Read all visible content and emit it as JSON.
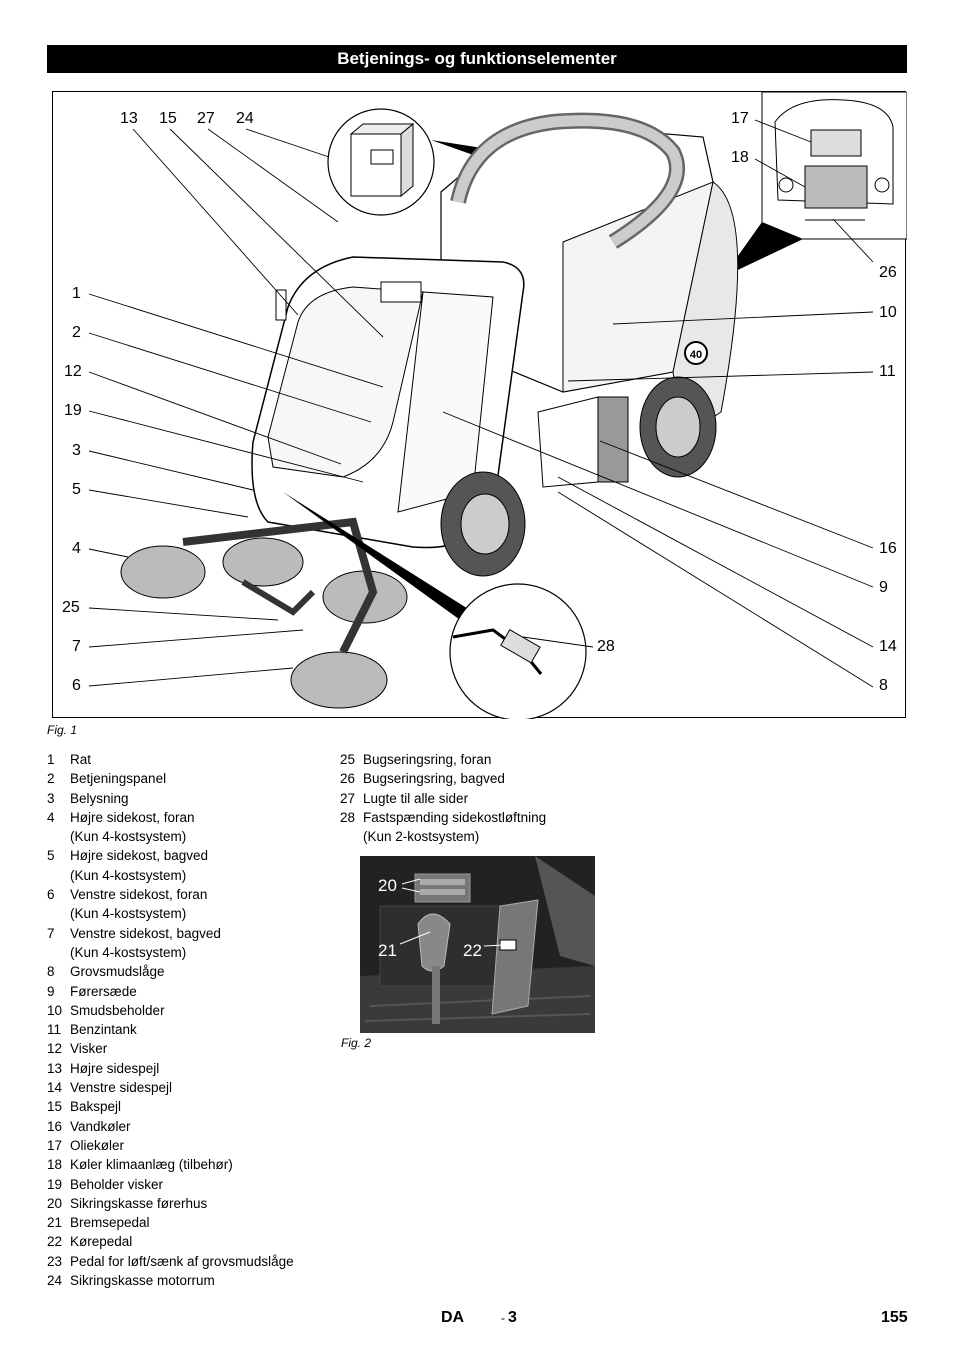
{
  "header": {
    "title": "Betjenings- og funktionselementer"
  },
  "figure1": {
    "caption": "Fig. 1",
    "callouts_left": [
      "1",
      "2",
      "12",
      "19",
      "3",
      "5",
      "4",
      "25",
      "7",
      "6"
    ],
    "callouts_top": [
      "13",
      "15",
      "27",
      "24"
    ],
    "callouts_right": [
      "17",
      "18",
      "26",
      "10",
      "11",
      "16",
      "9",
      "14",
      "8"
    ],
    "callout_bottom": "28",
    "speed_sign": "40"
  },
  "legend": {
    "col1": [
      {
        "num": "1",
        "text": "Rat"
      },
      {
        "num": "2",
        "text": "Betjeningspanel"
      },
      {
        "num": "3",
        "text": "Belysning"
      },
      {
        "num": "4",
        "text": "Højre sidekost, foran",
        "note": "(Kun 4-kostsystem)"
      },
      {
        "num": "5",
        "text": "Højre sidekost, bagved",
        "note": "(Kun 4-kostsystem)"
      },
      {
        "num": "6",
        "text": "Venstre sidekost, foran",
        "note": "(Kun 4-kostsystem)"
      },
      {
        "num": "7",
        "text": "Venstre sidekost, bagved",
        "note": "(Kun 4-kostsystem)"
      },
      {
        "num": "8",
        "text": "Grovsmudslåge"
      },
      {
        "num": "9",
        "text": "Førersæde"
      },
      {
        "num": "10",
        "text": "Smudsbeholder"
      },
      {
        "num": "11",
        "text": "Benzintank"
      },
      {
        "num": "12",
        "text": "Visker"
      },
      {
        "num": "13",
        "text": "Højre sidespejl"
      },
      {
        "num": "14",
        "text": "Venstre sidespejl"
      },
      {
        "num": "15",
        "text": "Bakspejl"
      },
      {
        "num": "16",
        "text": "Vandkøler"
      },
      {
        "num": "17",
        "text": "Oliekøler"
      },
      {
        "num": "18",
        "text": "Køler klimaanlæg (tilbehør)"
      },
      {
        "num": "19",
        "text": "Beholder visker"
      },
      {
        "num": "20",
        "text": "Sikringskasse førerhus"
      },
      {
        "num": "21",
        "text": "Bremsepedal"
      },
      {
        "num": "22",
        "text": "Kørepedal"
      },
      {
        "num": "23",
        "text": "Pedal for løft/sænk af grovsmudslåge"
      },
      {
        "num": "24",
        "text": "Sikringskasse motorrum"
      }
    ],
    "col2": [
      {
        "num": "25",
        "text": "Bugseringsring, foran"
      },
      {
        "num": "26",
        "text": "Bugseringsring, bagved"
      },
      {
        "num": "27",
        "text": "Lugte til alle sider"
      },
      {
        "num": "28",
        "text": "Fastspænding sidekostløftning",
        "note": "(Kun 2-kostsystem)"
      }
    ]
  },
  "figure2": {
    "caption": "Fig. 2",
    "labels": {
      "a": "20",
      "b": "21",
      "c": "22"
    }
  },
  "footer": {
    "lang": "DA",
    "sep": "-",
    "sub": "3",
    "page": "155"
  }
}
